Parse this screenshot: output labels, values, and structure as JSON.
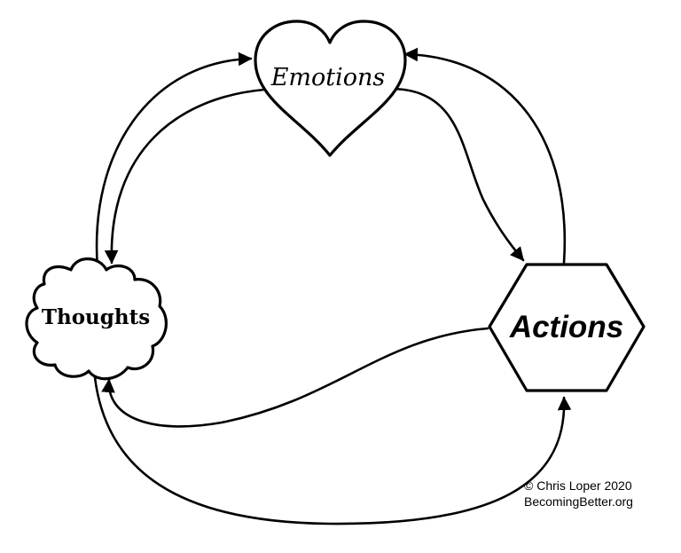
{
  "nodes": {
    "emotions": {
      "label": "Emotions",
      "shape": "heart"
    },
    "thoughts": {
      "label": "Thoughts",
      "shape": "cloud"
    },
    "actions": {
      "label": "Actions",
      "shape": "hexagon"
    }
  },
  "edges": [
    {
      "from": "Thoughts",
      "to": "Emotions"
    },
    {
      "from": "Emotions",
      "to": "Thoughts"
    },
    {
      "from": "Emotions",
      "to": "Actions"
    },
    {
      "from": "Actions",
      "to": "Emotions"
    },
    {
      "from": "Actions",
      "to": "Thoughts"
    },
    {
      "from": "Thoughts",
      "to": "Actions"
    }
  ],
  "credit": {
    "line1": "© Chris Loper 2020",
    "line2": "BecomingBetter.org"
  }
}
